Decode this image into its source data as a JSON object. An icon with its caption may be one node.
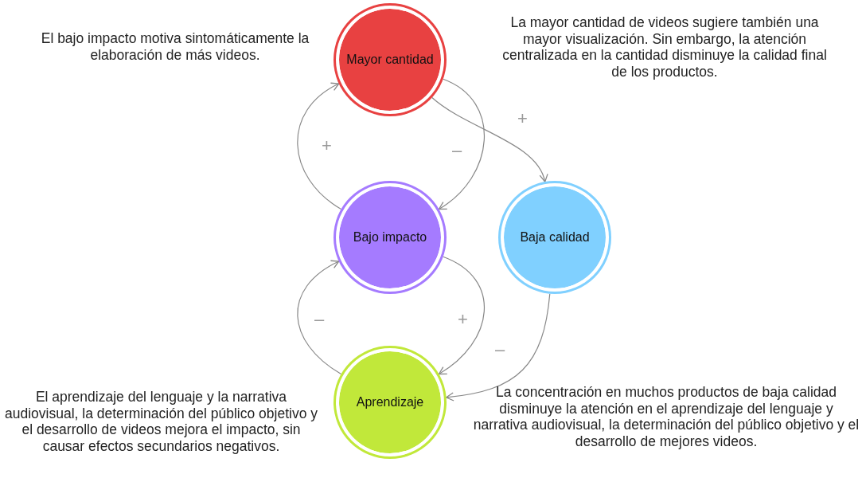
{
  "diagram": {
    "nodes": [
      {
        "text": [
          "Mayor cantidad"
        ]
      },
      {
        "text": [
          "Baja calidad"
        ]
      },
      {
        "text": [
          "Bajo impacto"
        ]
      },
      {
        "text": [
          "Aprendizaje"
        ]
      }
    ],
    "edges": [
      {
        "from": 0,
        "to": 1,
        "arrow": "to",
        "label": "+"
      },
      {
        "from": 0,
        "to": 2,
        "arrow": "to",
        "label": "–"
      },
      {
        "from": 2,
        "to": 0,
        "arrow": "to",
        "label": "+"
      },
      {
        "from": 2,
        "to": 3,
        "arrow": "to",
        "label": "+"
      },
      {
        "from": 3,
        "to": 2,
        "arrow": "to",
        "label": "–"
      },
      {
        "from": 1,
        "to": 3,
        "arrow": "to",
        "label": "–"
      }
    ],
    "labels": [
      "El bajo impacto motiva sintomáticamente la elaboración de más videos.",
      "La mayor cantidad de videos sugiere también una mayor visualización. Sin embargo, la atención centralizada en la cantidad disminuye la calidad final de los productos.",
      "El aprendizaje del lenguaje y la narrativa audiovisual, la determinación del público objetivo y el desarrollo de videos mejora el impacto, sin causar efectos secundarios negativos.",
      "La concentración en muchos productos de baja calidad disminuye la atención en el aprendizaje del lenguaje y narrativa audiovisual, la determinación del público objetivo y el desarrollo de mejores videos."
    ]
  }
}
